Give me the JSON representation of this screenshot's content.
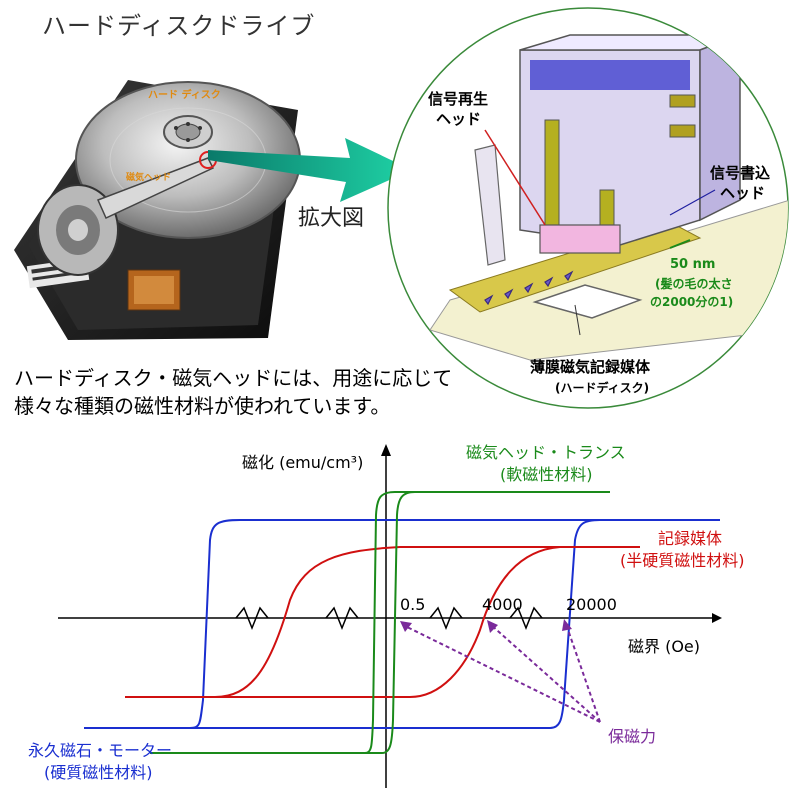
{
  "photo": {
    "title": "ハードディスクドライブ",
    "platter_label": "ハード ディスク",
    "head_label": "磁気ヘッド"
  },
  "zoom": {
    "arrow_label": "拡大図",
    "read_head": [
      "信号再生",
      "ヘッド"
    ],
    "write_head": [
      "信号書込",
      "ヘッド"
    ],
    "gap_size": "50 nm",
    "gap_note": [
      "(髪の毛の太さ",
      "の2000分の1)"
    ],
    "media": [
      "薄膜磁気記録媒体",
      "(ハードディスク)"
    ]
  },
  "description": [
    "ハードディスク・磁気ヘッドには、用途に応じて",
    "様々な種類の磁性材料が使われています。"
  ],
  "hysteresis": {
    "y_axis_label": "磁化 (emu/cm³)",
    "x_axis_label": "磁界 (Oe)",
    "coercivity_label": "保磁力",
    "tick_labels": [
      "0.5",
      "4000",
      "20000"
    ],
    "materials": [
      {
        "name": "磁気ヘッド・トランス",
        "class": "(軟磁性材料)",
        "color": "#1a8a1a"
      },
      {
        "name": "記録媒体",
        "class": "(半硬質磁性材料)",
        "color": "#d01010"
      },
      {
        "name": "永久磁石・モーター",
        "class": "(硬質磁性材料)",
        "color": "#1a2fd0"
      }
    ],
    "coercivity_arrow_color": "#7a2a9a"
  }
}
